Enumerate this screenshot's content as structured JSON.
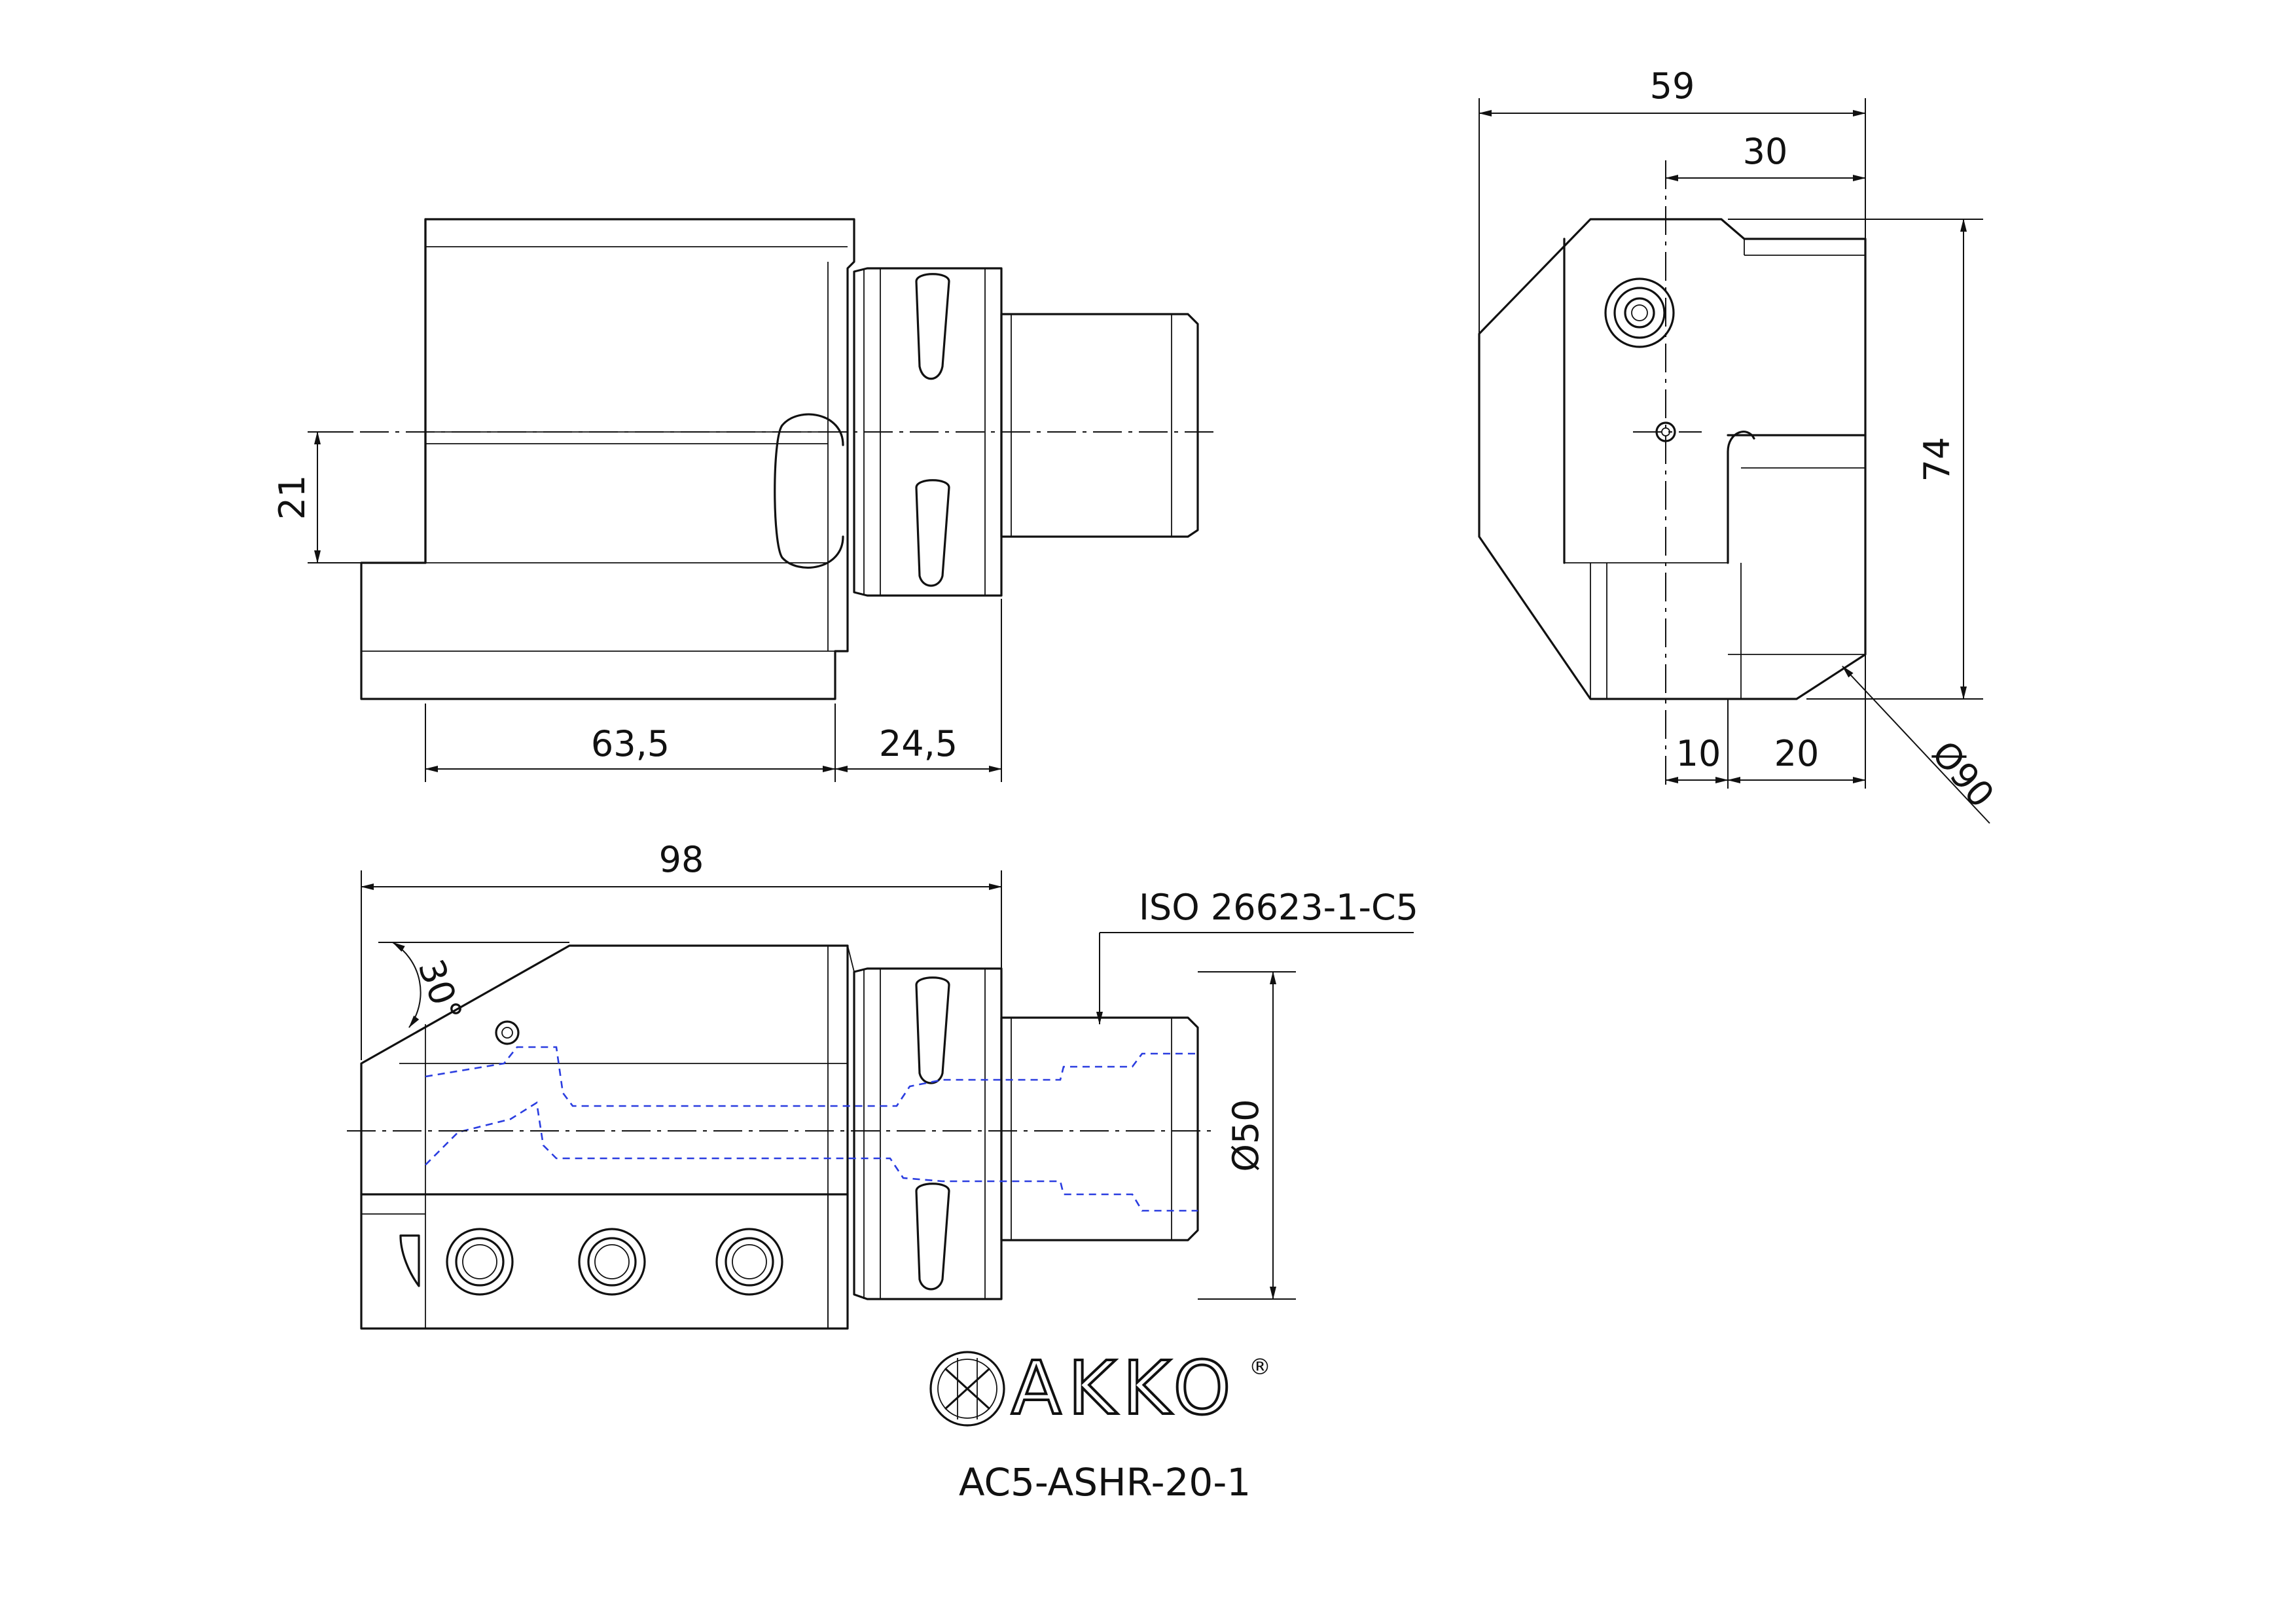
{
  "dimensions": {
    "front_width": "63,5",
    "front_shank": "24,5",
    "front_height": "21",
    "side_width": "59",
    "side_offset": "30",
    "side_height": "74",
    "side_left": "10",
    "side_right": "20",
    "side_diameter": "Ø90",
    "top_length": "98",
    "top_angle": "30°",
    "top_diameter": "Ø50"
  },
  "standard_note": "ISO 26623-1-C5",
  "brand": {
    "name": "AKKO",
    "registered": "®"
  },
  "part_number": "AC5-ASHR-20-1"
}
